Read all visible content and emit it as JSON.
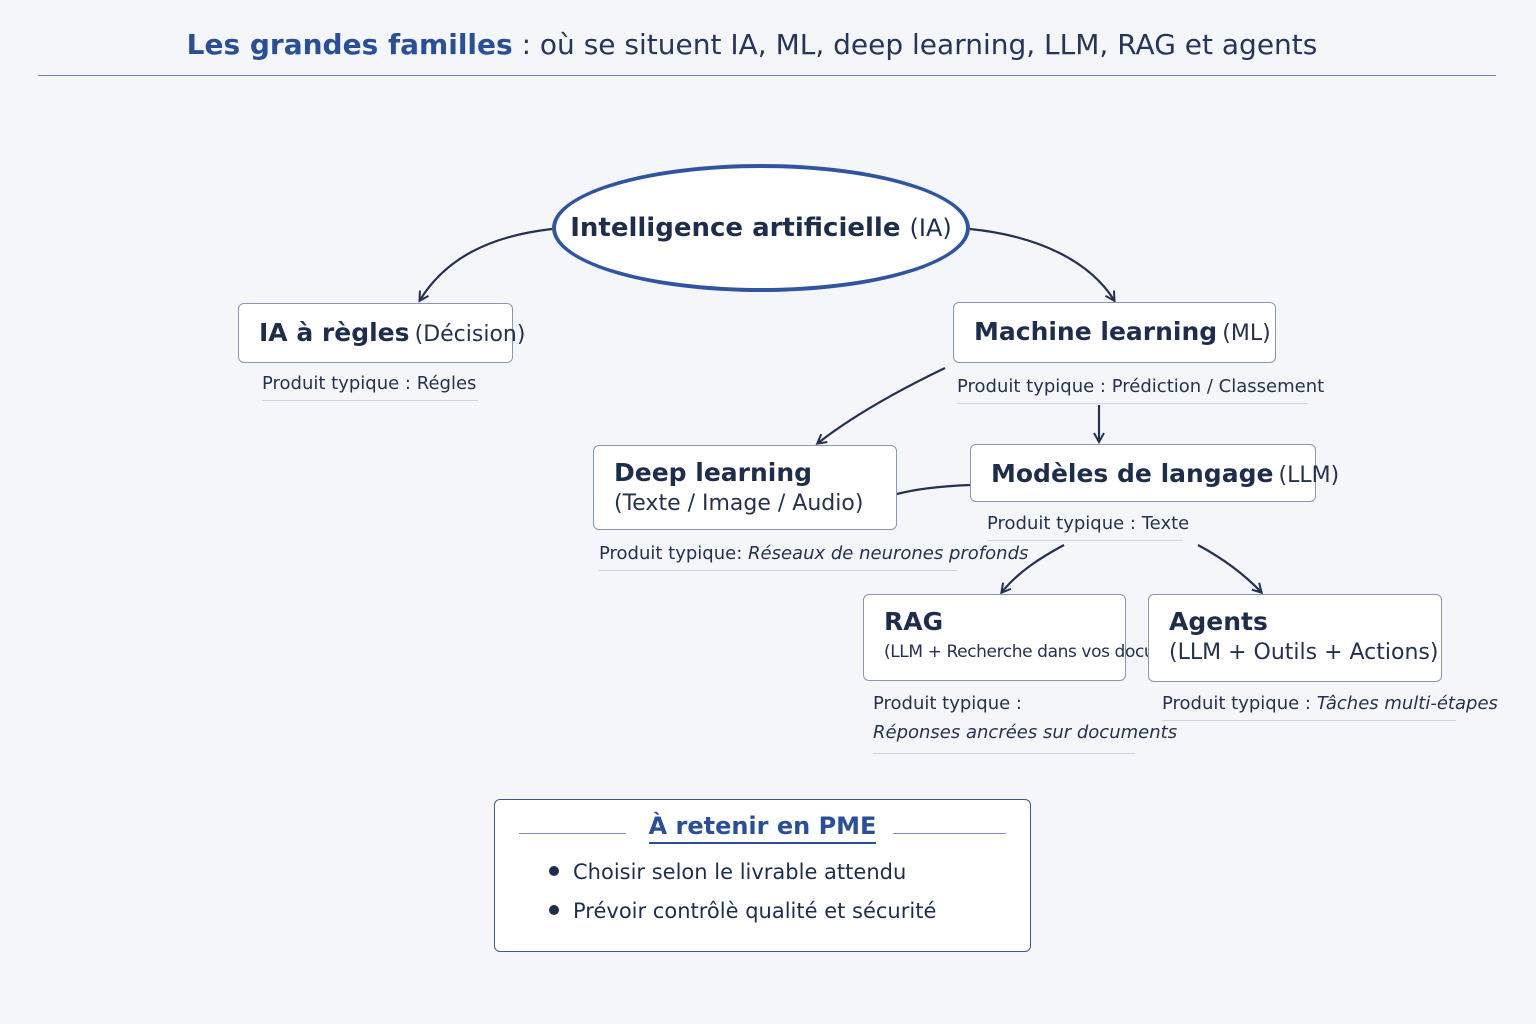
{
  "title": {
    "accent": "Les grandes familles",
    "rest": " : où se situent IA, ML, deep learning, LLM, RAG et agents"
  },
  "root": {
    "label": "Intelligence artificielle",
    "abbr": "(IA)"
  },
  "nodes": {
    "rules": {
      "label": "IA à règles",
      "qualifier": "(Décision)",
      "product_label": "Produit typique :",
      "product": "Régles"
    },
    "ml": {
      "label": "Machine learning",
      "qualifier": "(ML)",
      "product_label": "Produit typique :",
      "product": "Prédiction / Classement"
    },
    "dl": {
      "label": "Deep learning",
      "sub": "(Texte / Image /  Audio)",
      "product_label": "Produit typique:",
      "product": "Réseaux de neurones profonds"
    },
    "llm": {
      "label": "Modèles de langage",
      "qualifier": "(LLM)",
      "product_label": "Produit typique :",
      "product": "Texte"
    },
    "rag": {
      "label": "RAG",
      "sub": "(LLM + Recherche dans vos documents)",
      "product_label": "Produit typique :",
      "product": "Réponses ancrées sur documents"
    },
    "agents": {
      "label": "Agents",
      "sub": "(LLM + Outils + Actions)",
      "product_label": "Produit typique :",
      "product": "Tâches multi-étapes"
    }
  },
  "note": {
    "heading": "À retenir en PME",
    "bullets": [
      "Choisir selon le livrable attendu",
      "Prévoir contrôlè qualité et sécurité"
    ]
  },
  "colors": {
    "accent": "#2a4f9a",
    "text": "#1f2d4d",
    "background": "#f5f6fa"
  }
}
